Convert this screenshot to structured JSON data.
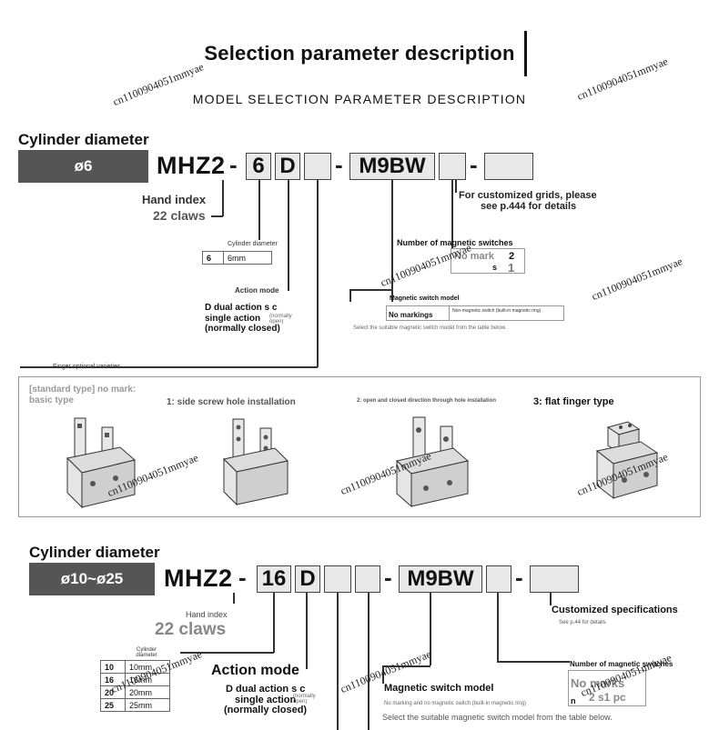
{
  "header": {
    "title": "Selection parameter description",
    "subtitle": "MODEL SELECTION PARAMETER DESCRIPTION"
  },
  "watermark": "cn1100904051mmyae",
  "section1": {
    "heading": "Cylinder diameter",
    "diameter": "ø6",
    "model": "MHZ2",
    "dash": "-",
    "box_size": "6",
    "box_action": "D",
    "box_switch": "M9BW",
    "hand_index": "Hand index",
    "claws": "22 claws",
    "cyl_dia_label": "Cylinder diameter",
    "cyl_table": [
      {
        "code": "6",
        "value": "6mm"
      }
    ],
    "action_mode": "Action mode",
    "action_dual": "D dual action s c",
    "action_single": "single action",
    "action_normally_open": "(normally open)",
    "action_closed": "(normally closed)",
    "finger_label": "Finger optional varieties",
    "custom_grids": "For customized grids, please",
    "custom_grids2": "see p.444 for details",
    "num_switches": "Number of magnetic switches",
    "num_rows": [
      {
        "mark": "No mark",
        "val": "2"
      },
      {
        "mark": "s",
        "val": "1"
      }
    ],
    "switch_model": "Magnetic switch model",
    "no_markings": "No markings",
    "switch_desc": "Non-magnetic switch (built-in magnetic ring)",
    "select_note": "Select the suitable magnetic switch model from the table below."
  },
  "fingers": [
    {
      "label": "[standard type] no mark: basic type"
    },
    {
      "label": "1: side screw hole installation"
    },
    {
      "label": "2: open and closed direction through hole installation"
    },
    {
      "label": "3: flat finger type"
    }
  ],
  "section2": {
    "heading": "Cylinder diameter",
    "diameter": "ø10~ø25",
    "model": "MHZ2",
    "dash": "-",
    "box_size": "16",
    "box_action": "D",
    "box_switch": "M9BW",
    "hand_index": "Hand index",
    "claws": "22 claws",
    "cyl_dia_label": "Cylinder diameter",
    "cyl_table": [
      {
        "code": "10",
        "value": "10mm"
      },
      {
        "code": "16",
        "value": "16mm"
      },
      {
        "code": "20",
        "value": "20mm"
      },
      {
        "code": "25",
        "value": "25mm"
      }
    ],
    "action_mode": "Action mode",
    "action_dual": "D dual action s c",
    "action_single": "single action",
    "action_normally_open": "(normally open)",
    "action_closed": "(normally closed)",
    "custom_spec": "Customized specifications",
    "custom_spec_note": "See p.44 for details",
    "num_switches": "Number of magnetic switches",
    "no_marks": "No marks",
    "s1pc": "2 s1 pc",
    "n": "n",
    "switch_model": "Magnetic switch model",
    "switch_desc": "No marking and no magnetic switch (built-in magnetic ring)",
    "select_note": "Select the suitable magnetic switch model from the table below."
  }
}
